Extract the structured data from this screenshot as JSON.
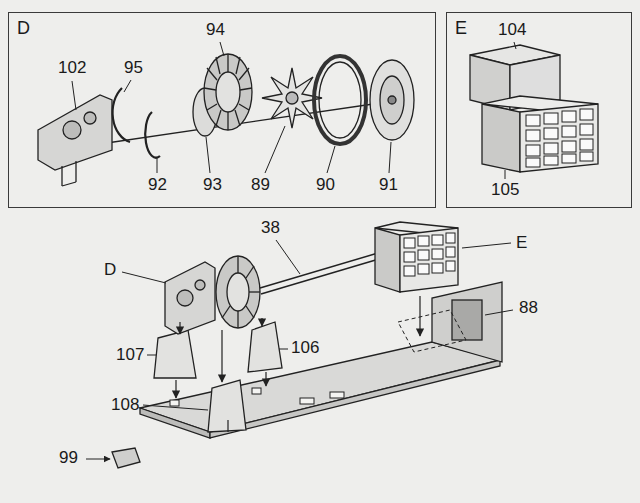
{
  "diagram": {
    "nodes": [
      {
        "text": [
          "D"
        ]
      },
      {
        "text": [
          "E"
        ]
      }
    ],
    "labels": [
      "102",
      "95",
      "94",
      "92",
      "93",
      "89",
      "90",
      "91",
      "104",
      "105",
      "38",
      "E",
      "D",
      "88",
      "107",
      "106",
      "108",
      "99"
    ]
  }
}
